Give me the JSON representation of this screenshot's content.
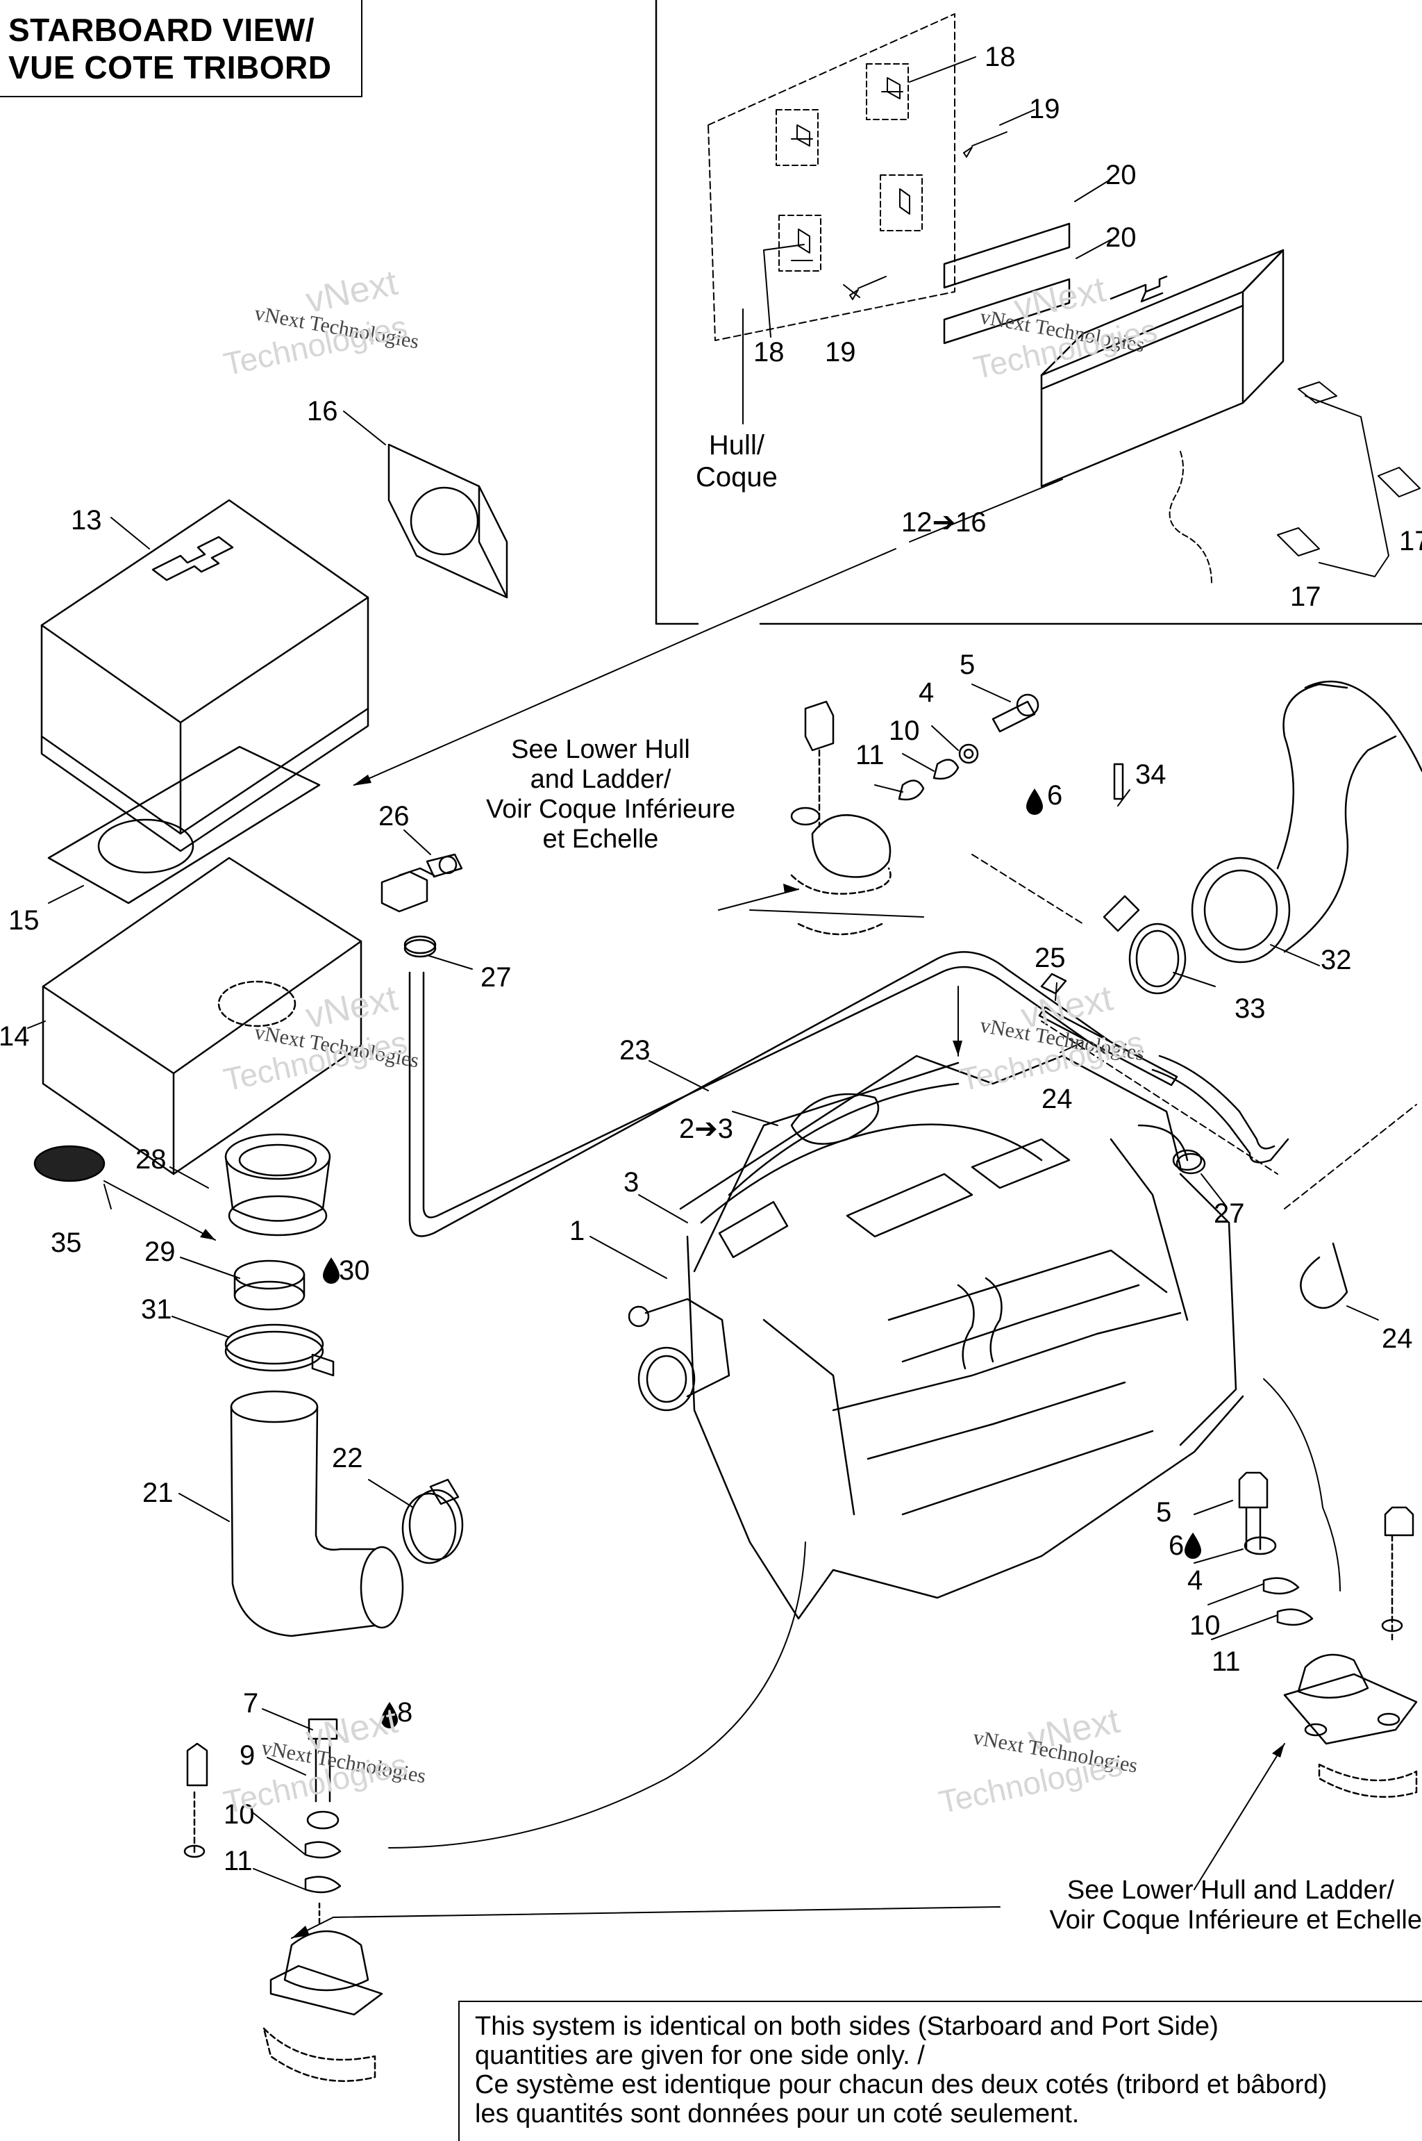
{
  "title": {
    "line1": "STARBOARD VIEW/",
    "line2": "VUE COTE TRIBORD"
  },
  "hull_label": {
    "line1": "Hull/",
    "line2": "Coque"
  },
  "reference_top": {
    "line1": "See Lower Hull",
    "line2": "and Ladder/",
    "line3": "Voir Coque Inférieure",
    "line4": "et Echelle"
  },
  "reference_bottom": {
    "line1": "See Lower Hull and Ladder/",
    "line2": "Voir Coque Inférieure et Echelle"
  },
  "note": {
    "line1": "This system is identical on both sides (Starboard and Port Side)",
    "line2": "quantities are given for one side only. /",
    "line3": "Ce système est identique pour chacun des deux cotés (tribord et bâbord)",
    "line4": "les quantités sont données pour un coté seulement."
  },
  "watermark": {
    "line1": "vNext",
    "line2": "vNext Technologies",
    "line3": "Technologies"
  },
  "callouts": [
    {
      "id": "c18a",
      "text": "18"
    },
    {
      "id": "c19a",
      "text": "19"
    },
    {
      "id": "c20a",
      "text": "20"
    },
    {
      "id": "c20b",
      "text": "20"
    },
    {
      "id": "c18b",
      "text": "18"
    },
    {
      "id": "c19b",
      "text": "19"
    },
    {
      "id": "c12_16",
      "text": "12➔16"
    },
    {
      "id": "c17a",
      "text": "17"
    },
    {
      "id": "c17b",
      "text": "17"
    },
    {
      "id": "c16",
      "text": "16"
    },
    {
      "id": "c13",
      "text": "13"
    },
    {
      "id": "c15",
      "text": "15"
    },
    {
      "id": "c14",
      "text": "14"
    },
    {
      "id": "c26",
      "text": "26"
    },
    {
      "id": "c27a",
      "text": "27"
    },
    {
      "id": "c5a",
      "text": "5"
    },
    {
      "id": "c4a",
      "text": "4"
    },
    {
      "id": "c10a",
      "text": "10"
    },
    {
      "id": "c11a",
      "text": "11"
    },
    {
      "id": "c6a",
      "text": "6"
    },
    {
      "id": "c34",
      "text": "34"
    },
    {
      "id": "c32",
      "text": "32"
    },
    {
      "id": "c33",
      "text": "33"
    },
    {
      "id": "c25",
      "text": "25"
    },
    {
      "id": "c24a",
      "text": "24"
    },
    {
      "id": "c23",
      "text": "23"
    },
    {
      "id": "c2_3",
      "text": "2➔3"
    },
    {
      "id": "c3",
      "text": "3"
    },
    {
      "id": "c1",
      "text": "1"
    },
    {
      "id": "c27b",
      "text": "27"
    },
    {
      "id": "c24b",
      "text": "24"
    },
    {
      "id": "c28",
      "text": "28"
    },
    {
      "id": "c35",
      "text": "35"
    },
    {
      "id": "c29",
      "text": "29"
    },
    {
      "id": "c30",
      "text": "30"
    },
    {
      "id": "c31",
      "text": "31"
    },
    {
      "id": "c21",
      "text": "21"
    },
    {
      "id": "c22",
      "text": "22"
    },
    {
      "id": "c5b",
      "text": "5"
    },
    {
      "id": "c6b",
      "text": "6"
    },
    {
      "id": "c4b",
      "text": "4"
    },
    {
      "id": "c10b",
      "text": "10"
    },
    {
      "id": "c11b",
      "text": "11"
    },
    {
      "id": "c7",
      "text": "7"
    },
    {
      "id": "c8",
      "text": "8"
    },
    {
      "id": "c9",
      "text": "9"
    },
    {
      "id": "c10c",
      "text": "10"
    },
    {
      "id": "c11c",
      "text": "11"
    }
  ]
}
